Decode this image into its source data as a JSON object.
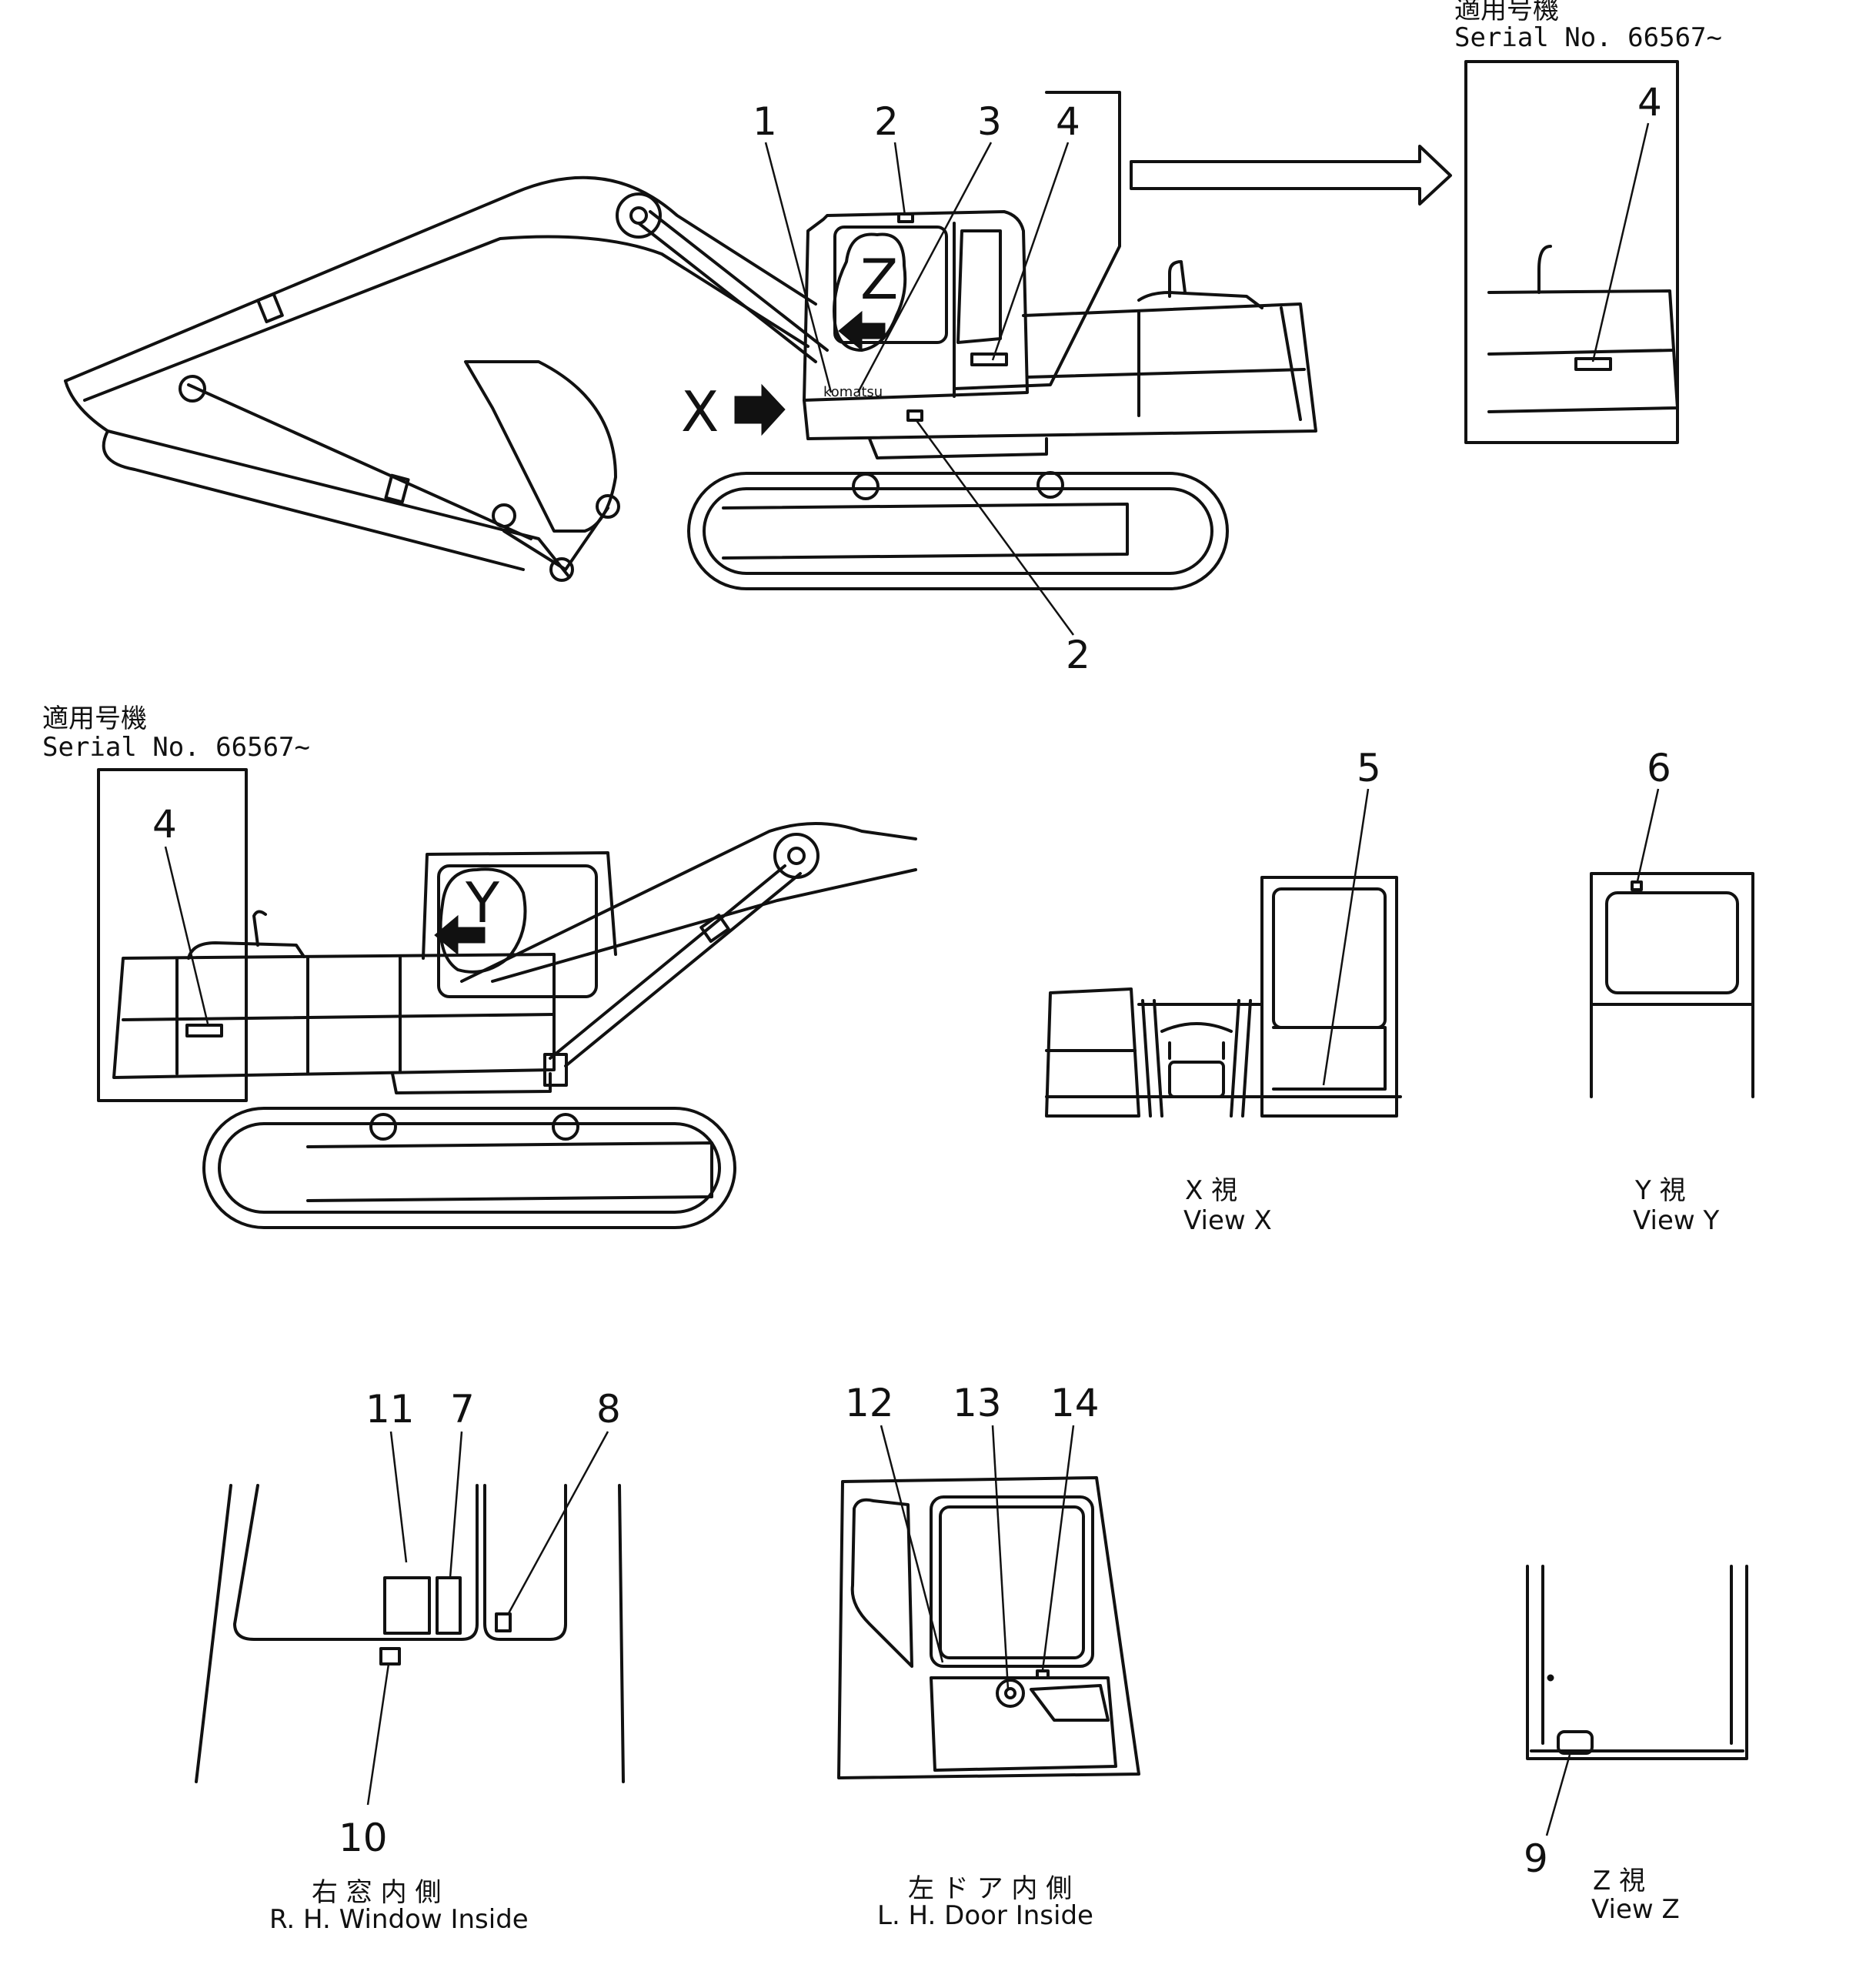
{
  "callouts": {
    "c1": "1",
    "c2": "2",
    "c3": "3",
    "c4": "4",
    "c2b": "2",
    "c4_right": "4",
    "c4_left": "4",
    "c5": "5",
    "c6": "6",
    "c11": "11",
    "c7": "7",
    "c8": "8",
    "c10": "10",
    "c12": "12",
    "c13": "13",
    "c14": "14",
    "c9": "9"
  },
  "arrow_letters": {
    "x": "X",
    "z": "Z",
    "y": "Y"
  },
  "serial_boxes": {
    "right": {
      "jp": "適用号機",
      "en": "Serial No. 66567~"
    },
    "left": {
      "jp": "適用号機",
      "en": "Serial No. 66567~"
    }
  },
  "captions": {
    "view_x": {
      "jp": "X 視",
      "en": "View X"
    },
    "view_y": {
      "jp": "Y 視",
      "en": "View Y"
    },
    "rh_window": {
      "jp": "右 窓 内 側",
      "en": "R. H. Window Inside"
    },
    "lh_door": {
      "jp": "左 ド ア 内 側",
      "en": "L. H. Door Inside"
    },
    "view_z": {
      "jp": "Z 視",
      "en": "View Z"
    }
  }
}
